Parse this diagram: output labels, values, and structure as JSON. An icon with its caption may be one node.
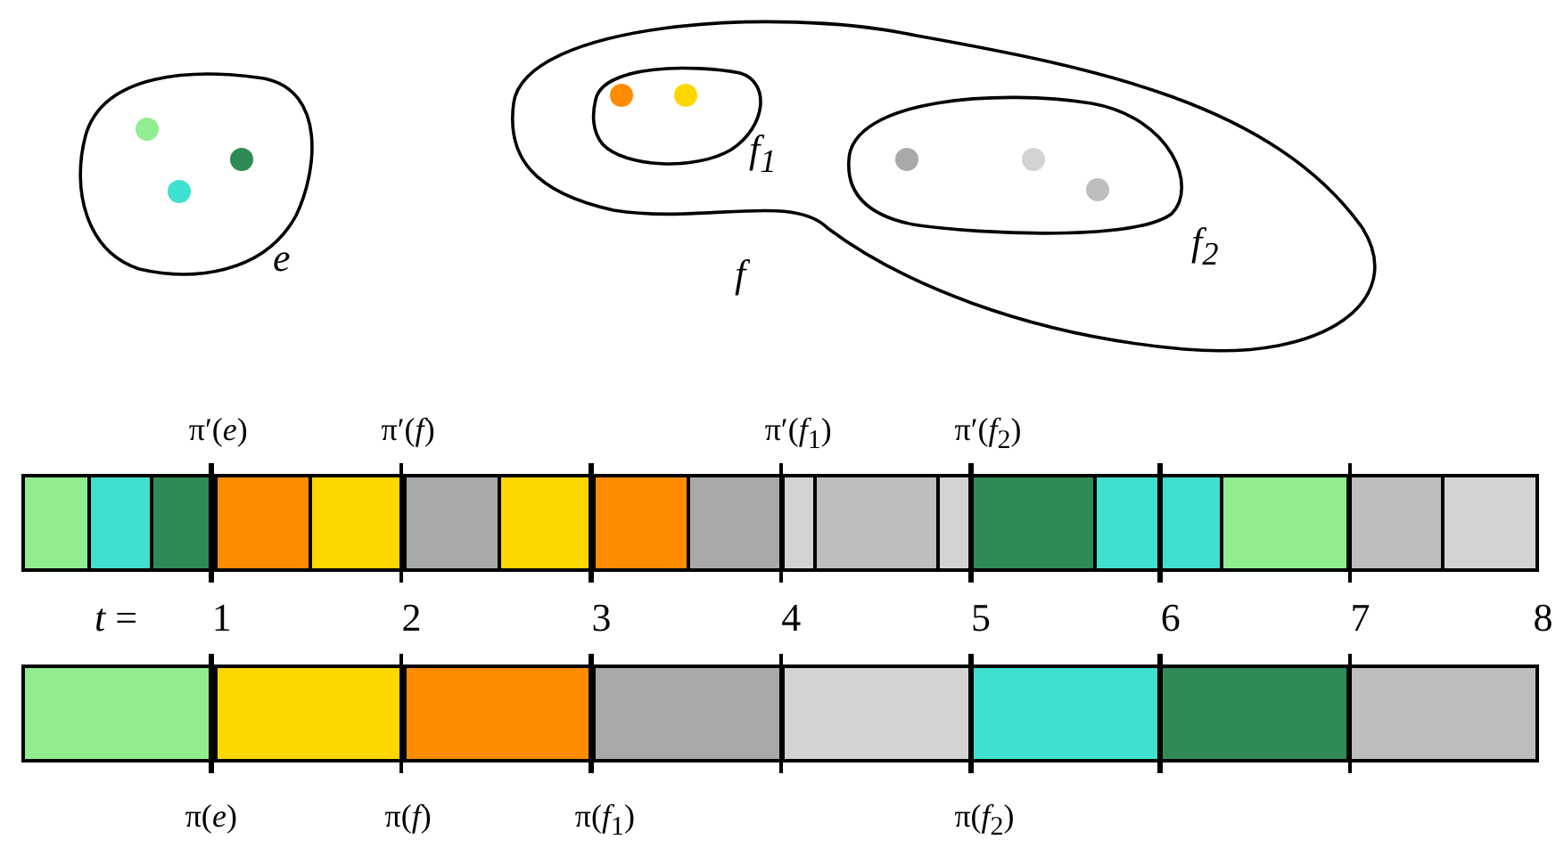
{
  "diagram": {
    "nodes": [
      {
        "text": [
          "e"
        ]
      },
      {
        "text": [
          "f"
        ]
      },
      {
        "text": [
          "*f*$_{1}$"
        ],
        "in": 1
      },
      {
        "text": [
          "*f*$_{2}$"
        ],
        "in": 1
      },
      {
        "text": [],
        "shape": "circle",
        "in": 0
      },
      {
        "text": [],
        "shape": "circle",
        "in": 0
      },
      {
        "text": [],
        "shape": "circle",
        "in": 0
      },
      {
        "text": [],
        "shape": "circle",
        "in": 2
      },
      {
        "text": [],
        "shape": "circle",
        "in": 2
      },
      {
        "text": [],
        "shape": "circle",
        "in": 3
      },
      {
        "text": [],
        "shape": "circle",
        "in": 3
      },
      {
        "text": [],
        "shape": "circle",
        "in": 3
      }
    ],
    "labels": [
      "π′(*e*)",
      "π′(*f*)",
      "π′(*f*$_{1}$)",
      "π′(*f*$_{2}$)",
      "*t* =",
      "1",
      "2",
      "3",
      "4",
      "5",
      "6",
      "7",
      "8",
      "π(*e*)",
      "π(*f*)",
      "π(*f*$_{1}$)",
      "π(*f*$_{2}$)"
    ]
  }
}
